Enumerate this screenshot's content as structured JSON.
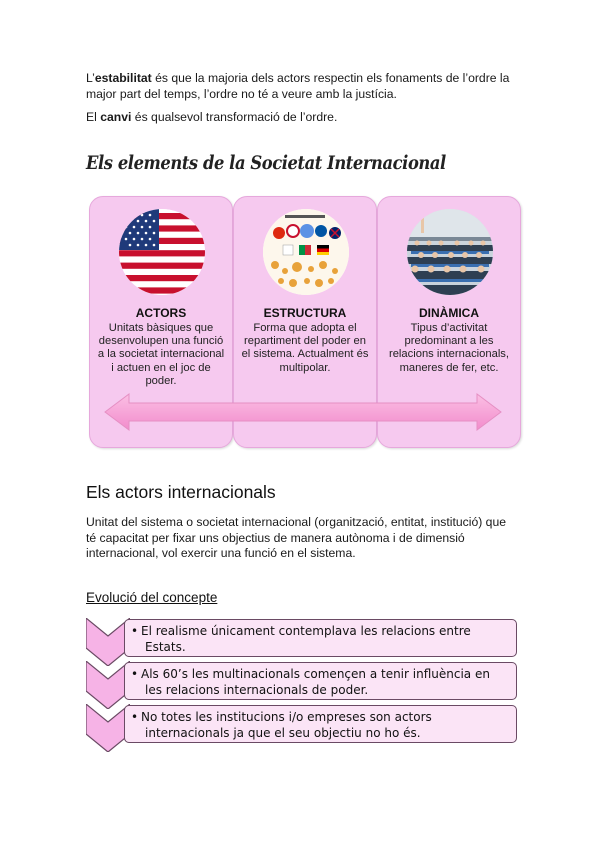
{
  "intro": {
    "p1_prefix": "L’",
    "p1_bold": "estabilitat",
    "p1_rest": " és que la majoria dels actors respectin els fonaments de l’ordre la major part del temps, l’ordre no té a veure amb la justícia.",
    "p2_prefix": "El ",
    "p2_bold": "canvi",
    "p2_rest": " és qualsevol transformació de l’ordre."
  },
  "elements_heading": "Els elements de la Societat Internacional",
  "cards": [
    {
      "title": "ACTORS",
      "description": "Unitats bàsiques que desenvolupen una funció a la societat internacional i actuen en el joc de poder.",
      "image_icon": "usa-flag-icon"
    },
    {
      "title": "ESTRUCTURA",
      "description": "Forma que adopta el repartiment del poder en el sistema. Actualment és multipolar.",
      "image_icon": "world-flags-map-icon"
    },
    {
      "title": "DINÀMICA",
      "description": "Tipus d’activitat predominant a les relacions internacionals, maneres de fer, etc.",
      "image_icon": "parliament-assembly-icon"
    }
  ],
  "actors_heading": "Els actors internacionals",
  "actors_text": "Unitat del sistema o societat internacional (organització, entitat, institució) que té capacitat per fixar uns objectius de manera autònoma i de dimensió internacional, vol exercir una funció en el sistema.",
  "evolution_heading": "Evolució del concepte",
  "bullets": [
    {
      "line1": "El realisme únicament contemplava les relacions entre",
      "line2": "Estats."
    },
    {
      "line1": "Als 60’s les multinacionals començen a tenir influència en",
      "line2": "les relacions internacionals de poder."
    },
    {
      "line1": "No totes les institucions i/o empreses son actors",
      "line2": "internacionals ja que el seu objectiu no ho és."
    }
  ],
  "colors": {
    "card_fill": "#f6c9ef",
    "arrow_fill": "#f59ad3",
    "chevron_fill": "#f6b3e6",
    "bullet_fill": "#fbe4f6"
  }
}
